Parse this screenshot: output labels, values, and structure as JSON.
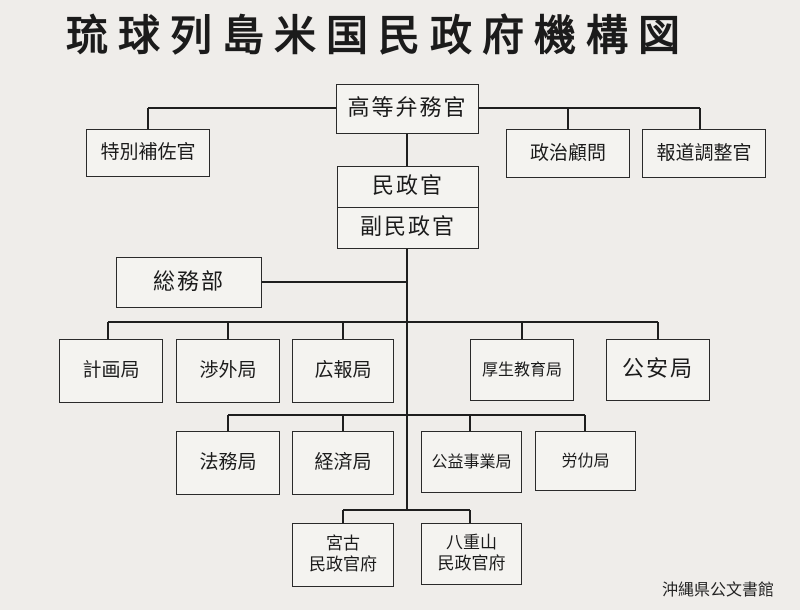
{
  "title": "琉球列島米国民政府機構図",
  "boxes": {
    "high_commissioner": "高等弁務官",
    "special_assistant": "特別補佐官",
    "political_advisor": "政治顧問",
    "press_officer": "報道調整官",
    "civil_administrator": "民政官",
    "deputy_civil_administrator": "副民政官",
    "general_affairs": "総務部",
    "planning": "計画局",
    "liaison": "渉外局",
    "public_information": "広報局",
    "health_education": "厚生教育局",
    "public_safety": "公安局",
    "legal": "法務局",
    "economic": "経済局",
    "public_works": "公益事業局",
    "labor": "労仂局",
    "miyako_line1": "宮古",
    "miyako_line2": "民政官府",
    "yaeyama_line1": "八重山",
    "yaeyama_line2": "民政官府"
  },
  "credit": "沖縄県公文書館"
}
